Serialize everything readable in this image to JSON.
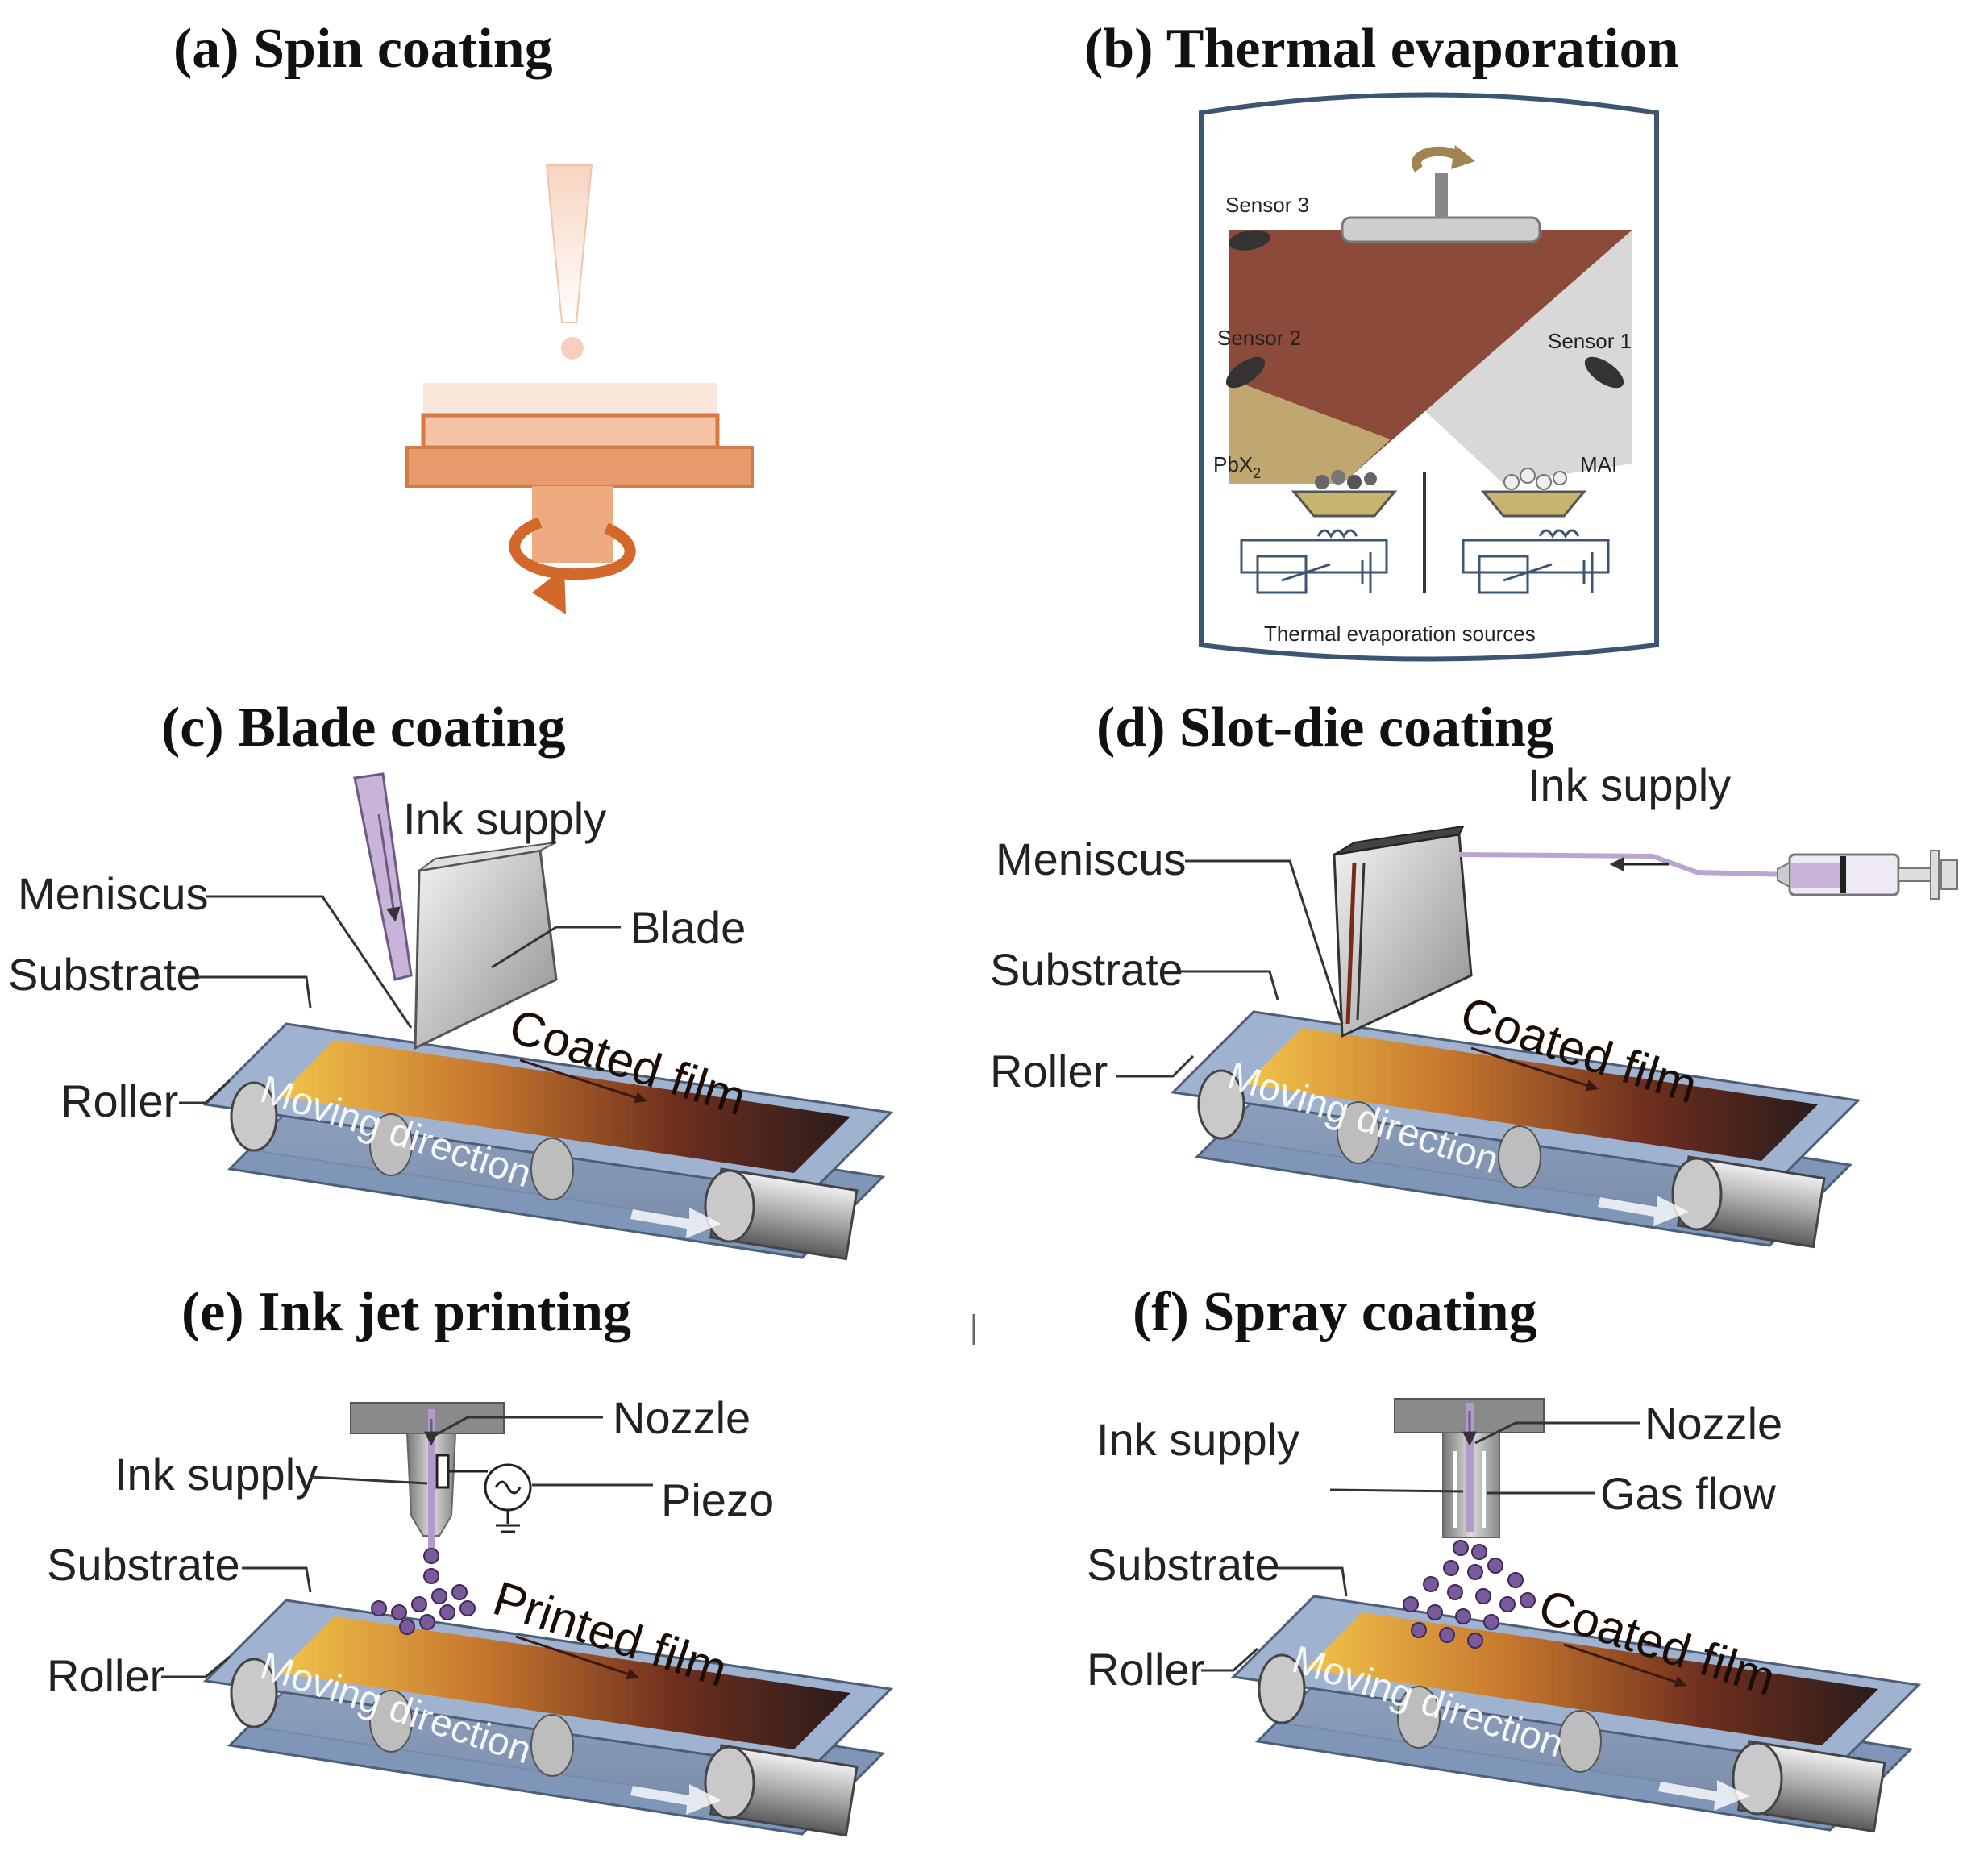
{
  "panels": {
    "a": {
      "title": "(a) Spin coating"
    },
    "b": {
      "title": "(b) Thermal evaporation",
      "sensor_1": "Sensor 1",
      "sensor_2": "Sensor 2",
      "sensor_3": "Sensor 3",
      "source_left_prefix": "PbX",
      "source_left_subscript": "2",
      "source_right": "MAI",
      "footer": "Thermal evaporation sources"
    },
    "c": {
      "title": "(c) Blade coating",
      "ink_supply": "Ink supply",
      "meniscus": "Meniscus",
      "blade": "Blade",
      "substrate": "Substrate",
      "roller": "Roller",
      "film": "Coated film",
      "moving": "Moving direction"
    },
    "d": {
      "title": "(d) Slot-die coating",
      "ink_supply": "Ink supply",
      "meniscus": "Meniscus",
      "substrate": "Substrate",
      "roller": "Roller",
      "film": "Coated film",
      "moving": "Moving direction"
    },
    "e": {
      "title": "(e) Ink jet printing",
      "nozzle": "Nozzle",
      "ink_supply": "Ink supply",
      "piezo": "Piezo",
      "substrate": "Substrate",
      "roller": "Roller",
      "film": "Printed film",
      "moving": "Moving direction"
    },
    "f": {
      "title": "(f) Spray coating",
      "ink_supply": "Ink supply",
      "nozzle": "Nozzle",
      "gas_flow": "Gas flow",
      "substrate": "Substrate",
      "roller": "Roller",
      "film": "Coated film",
      "moving": "Moving direction"
    }
  }
}
